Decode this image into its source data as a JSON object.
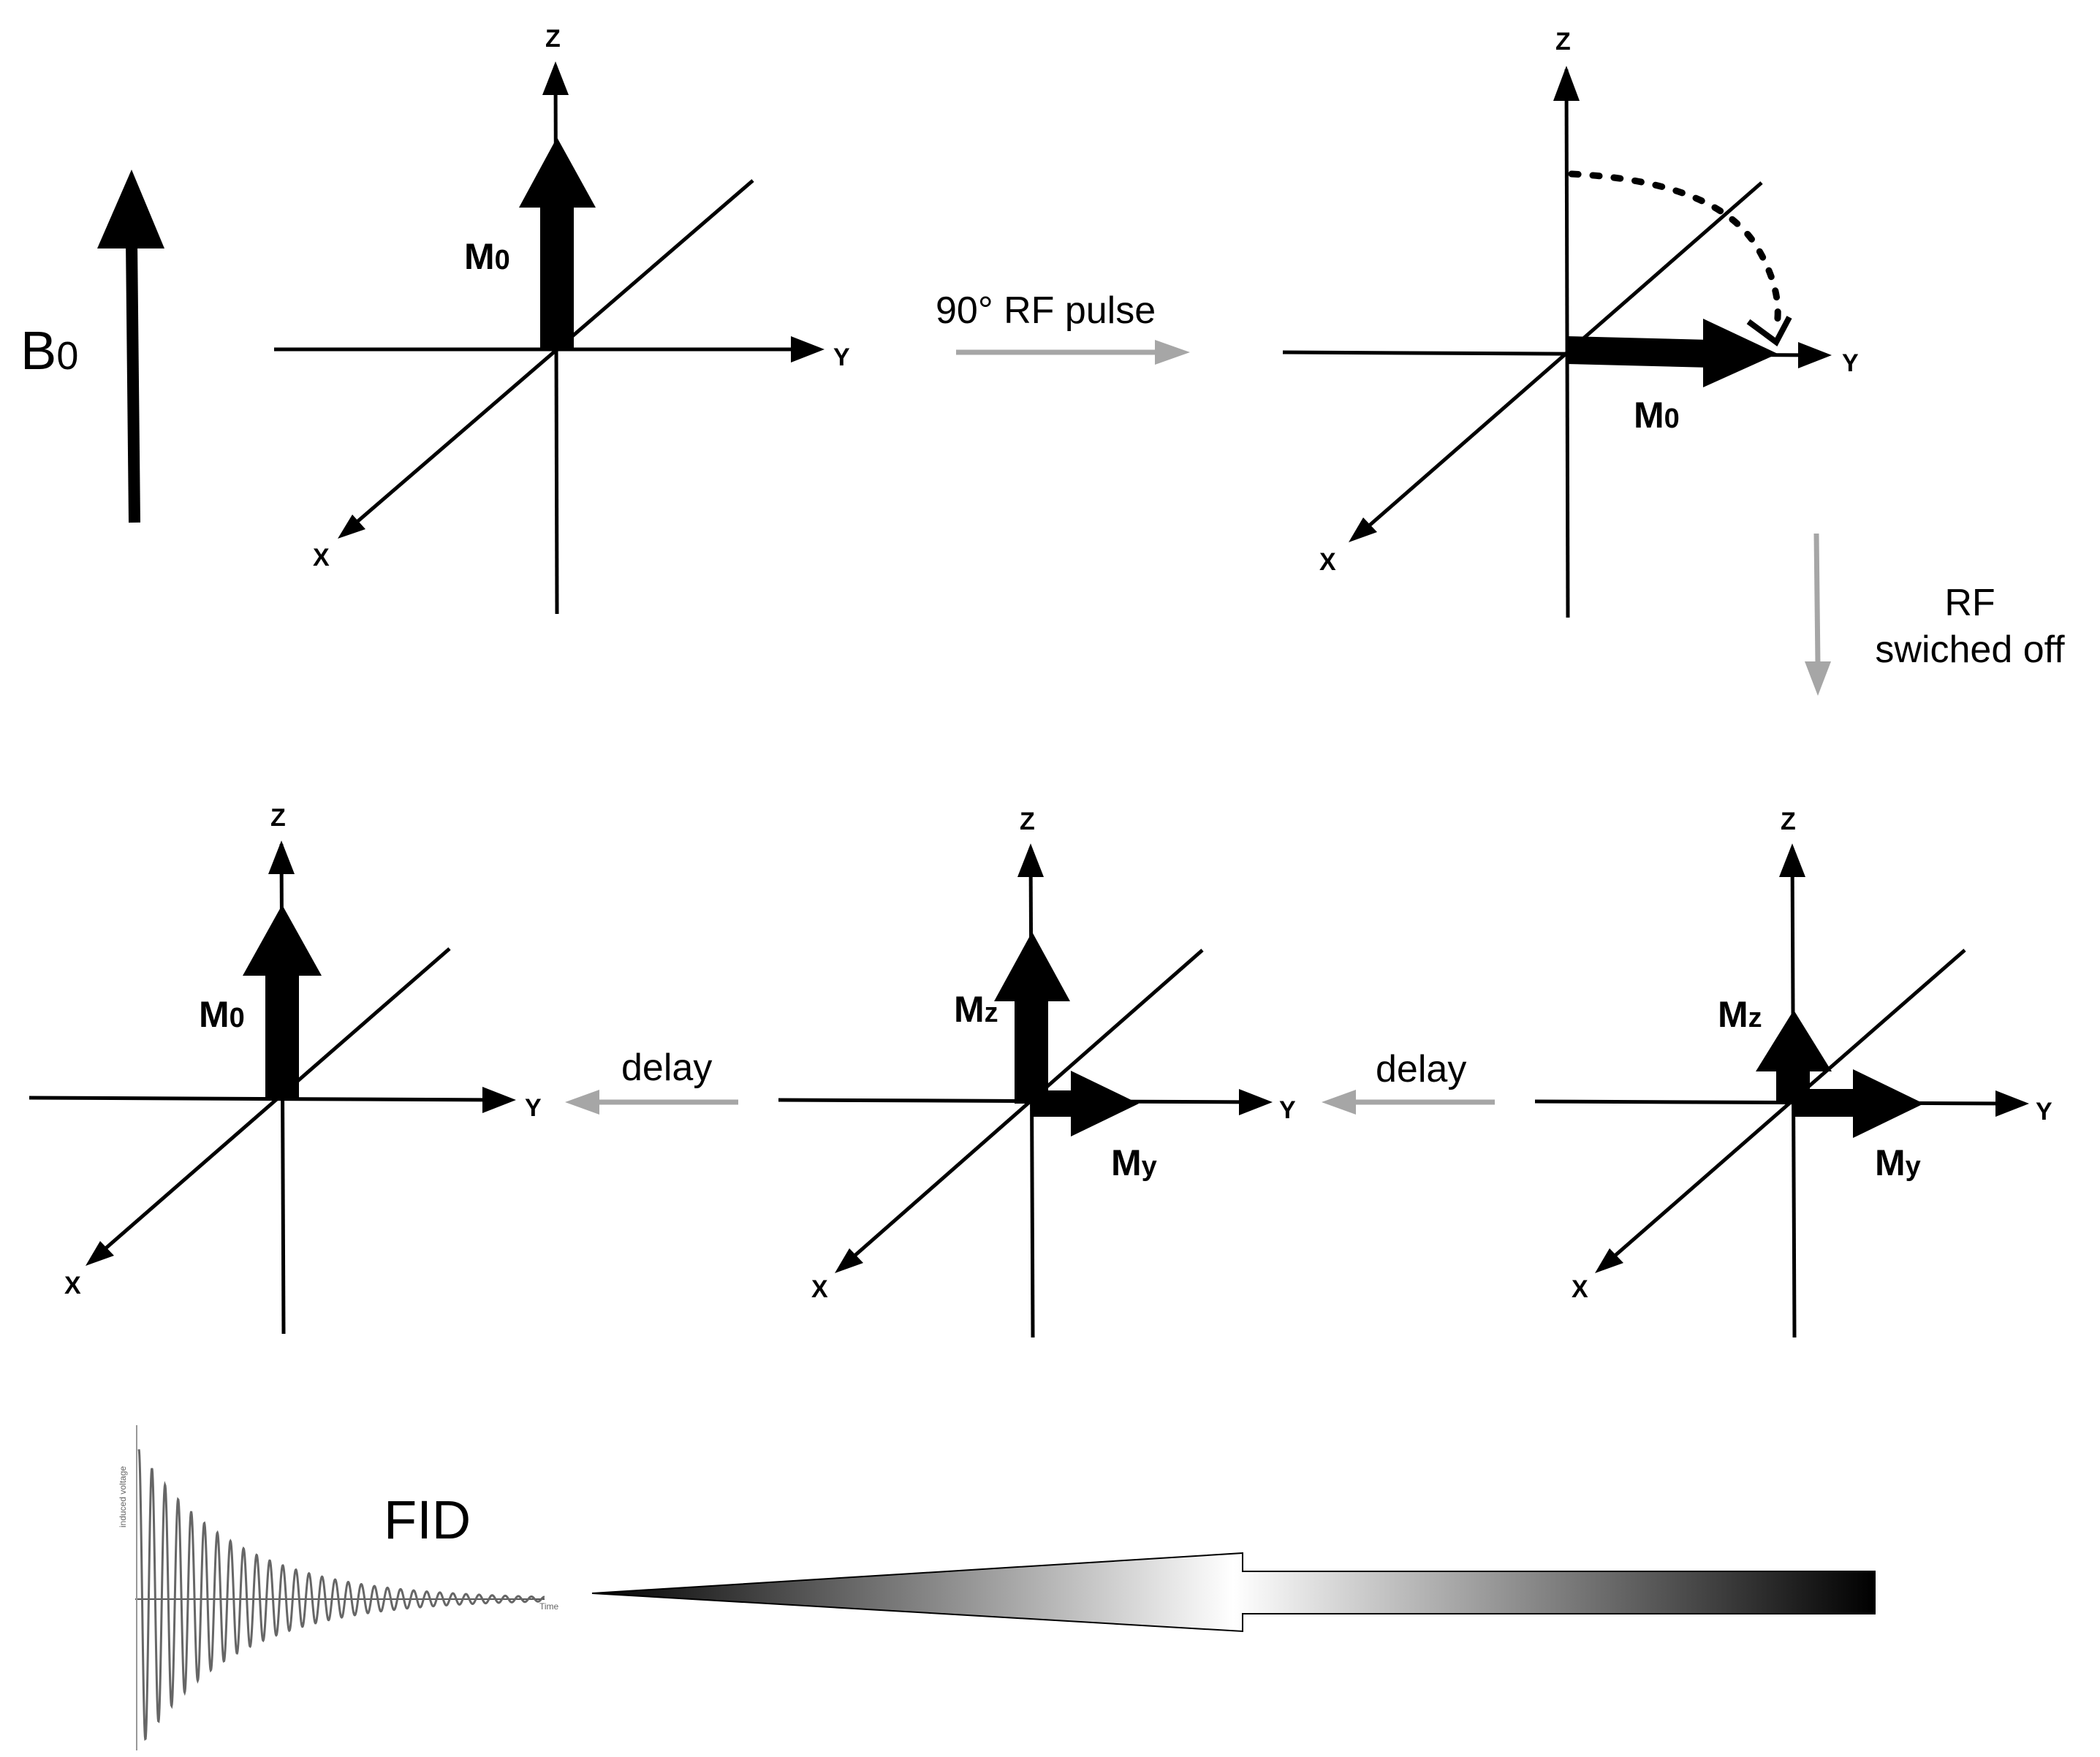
{
  "field": {
    "label": "B",
    "sub": "0"
  },
  "axes": {
    "x": "X",
    "y": "Y",
    "z": "Z"
  },
  "vectors": {
    "m0": {
      "label": "M",
      "sub": "0"
    },
    "mz": {
      "label": "M",
      "sub": "z"
    },
    "my": {
      "label": "M",
      "sub": "y"
    }
  },
  "steps": {
    "rf_pulse": "90° RF pulse",
    "rf_off_line1": "RF",
    "rf_off_line2": "swiched off",
    "delay_1": "delay",
    "delay_2": "delay"
  },
  "fid": {
    "label": "FID",
    "ylabel": "induced voltage",
    "xlabel": "Time"
  },
  "colors": {
    "ink": "#000000",
    "step_arrow": "#a6a6a6"
  }
}
